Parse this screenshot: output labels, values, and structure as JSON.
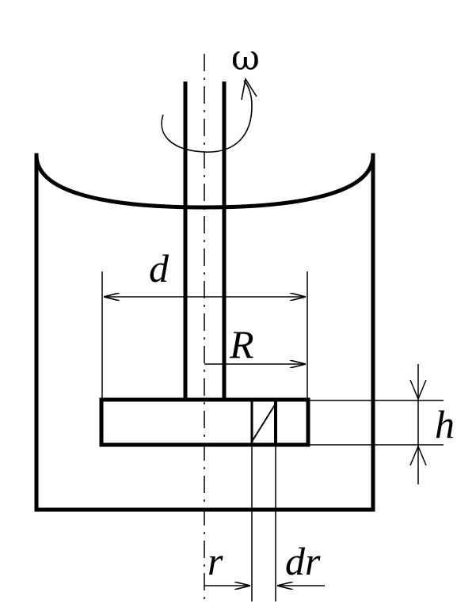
{
  "diagram": {
    "labels": {
      "omega": "ω",
      "d": "d",
      "R": "R",
      "h": "h",
      "r": "r",
      "dr": "dr"
    },
    "colors": {
      "stroke": "#000000",
      "background": "#ffffff"
    }
  }
}
